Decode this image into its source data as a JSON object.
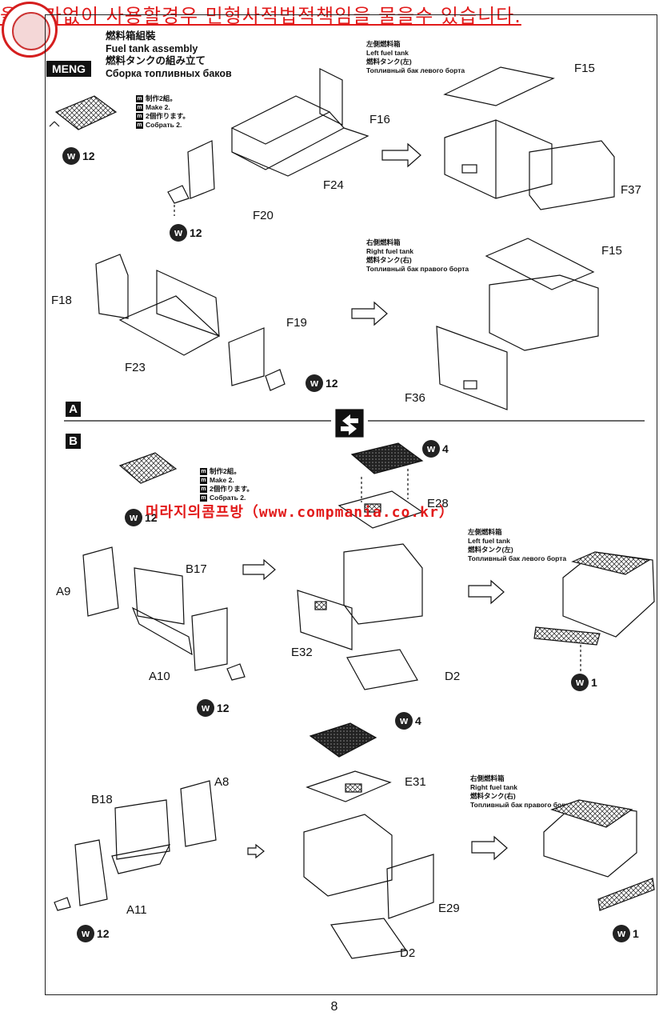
{
  "watermark": {
    "text": "을 허가없이 사용할경우 민형사적법적책임을 물을수 있습니다."
  },
  "site_watermark": {
    "text": "머라지의콤프방（www.compmania.co.kr）"
  },
  "brand": {
    "logo_text": "MENG"
  },
  "step": {
    "title_cn": "燃料箱組裝",
    "title_en": "Fuel tank assembly",
    "title_jp": "燃料タンクの組み立て",
    "title_ru": "Сборка топливных баков"
  },
  "make_note_1": {
    "cn": "制作2組。",
    "en": "Make 2.",
    "jp": "2個作ります。",
    "ru": "Собрать 2."
  },
  "make_note_2": {
    "cn": "制作2組。",
    "en": "Make 2.",
    "jp": "2個作ります。",
    "ru": "Собрать 2."
  },
  "left_tank_a": {
    "cn": "左側燃料箱",
    "en": "Left fuel tank",
    "jp": "燃料タンク(左)",
    "ru": "Топливный бак левого борта"
  },
  "right_tank_a": {
    "cn": "右側燃料箱",
    "en": "Right fuel tank",
    "jp": "燃料タンク(右)",
    "ru": "Топливный бак правого борта"
  },
  "left_tank_b": {
    "cn": "左側燃料箱",
    "en": "Left fuel tank",
    "jp": "燃料タンク(左)",
    "ru": "Топливный бак левого борта"
  },
  "right_tank_b": {
    "cn": "右側燃料箱",
    "en": "Right fuel tank",
    "jp": "燃料タンク(右)",
    "ru": "Топливный бак правого борта"
  },
  "parts": {
    "F15a": "F15",
    "F16": "F16",
    "F24": "F24",
    "F20": "F20",
    "F37": "F37",
    "F18": "F18",
    "F19": "F19",
    "F23": "F23",
    "F15b": "F15",
    "F36": "F36",
    "E28": "E28",
    "B17": "B17",
    "A9": "A9",
    "A10": "A10",
    "E32": "E32",
    "D2a": "D2",
    "E31": "E31",
    "A8": "A8",
    "B18": "B18",
    "A11": "A11",
    "E29": "E29",
    "D2b": "D2"
  },
  "badges": {
    "w12_a": {
      "letter": "w",
      "num": "12"
    },
    "w12_b": {
      "letter": "w",
      "num": "12"
    },
    "w12_c": {
      "letter": "w",
      "num": "12"
    },
    "w12_d": {
      "letter": "w",
      "num": "12"
    },
    "w12_e": {
      "letter": "w",
      "num": "12"
    },
    "w12_f": {
      "letter": "w",
      "num": "12"
    },
    "w4_a": {
      "letter": "w",
      "num": "4"
    },
    "w4_b": {
      "letter": "w",
      "num": "4"
    },
    "w1_a": {
      "letter": "w",
      "num": "1"
    },
    "w1_b": {
      "letter": "w",
      "num": "1"
    }
  },
  "sections": {
    "a": "A",
    "b": "B"
  },
  "page_number": "8"
}
